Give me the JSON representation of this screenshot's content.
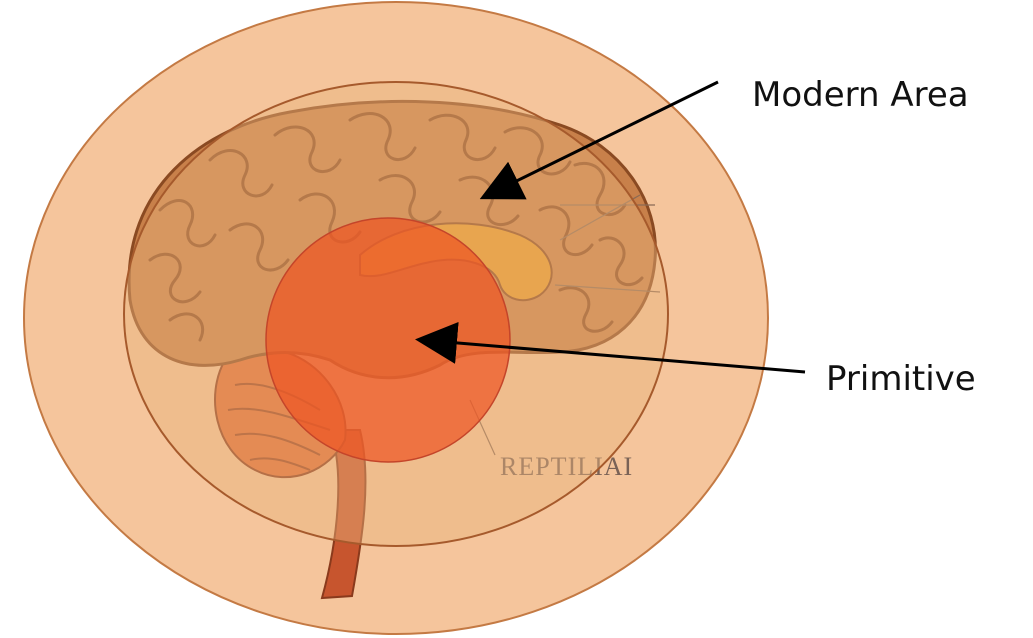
{
  "labels": {
    "modern": "Modern Area",
    "primitive": "Primitive",
    "reptilian": "REPTILIAI"
  },
  "colors": {
    "outer_ring": "#f5c59c",
    "outer_ring_stroke": "#c47a44",
    "middle_ring": "#e9b37c",
    "inner_circle": "#ee5422",
    "brain_fill": "#c8804a",
    "brain_fold_line": "#8a4a22",
    "cingulate": "#e79a2a",
    "cerebellum": "#e06a33",
    "brainstem": "#c7552e",
    "arrow": "#000000"
  },
  "icons": {
    "diagram": "triune-brain-diagram"
  }
}
